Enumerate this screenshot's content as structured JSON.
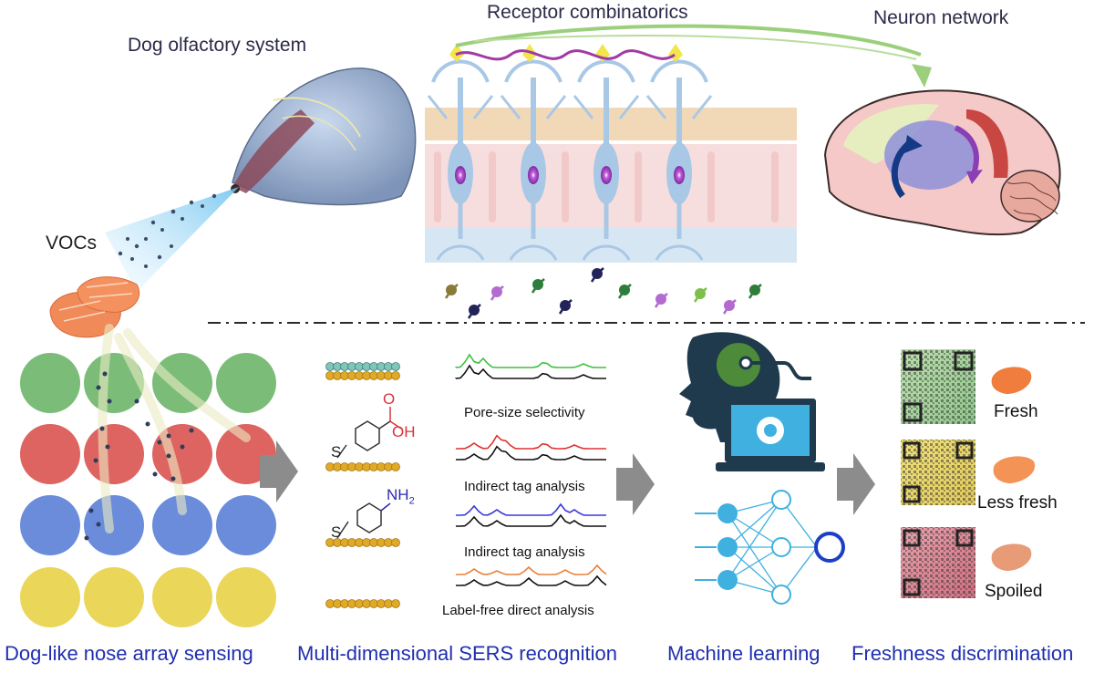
{
  "top": {
    "dog_olfactory_system": "Dog olfactory system",
    "receptor_combinatorics": "Receptor combinatorics",
    "neuron_network": "Neuron network",
    "vocs": "VOCs"
  },
  "sers": {
    "spectra_labels": [
      "Pore-size selectivity",
      "Indirect tag analysis",
      "Indirect tag analysis",
      "Label-free direct analysis"
    ],
    "chem": {
      "s1": "S",
      "o": "O",
      "oh": "OH",
      "s2": "S",
      "nh2": "NH",
      "nh2_sub": "2"
    }
  },
  "freshness": {
    "levels": [
      "Fresh",
      "Less fresh",
      "Spoiled"
    ]
  },
  "captions": {
    "array_sensing": "Dog-like nose array sensing",
    "sers_recognition": "Multi-dimensional SERS recognition",
    "machine_learning": "Machine learning",
    "freshness_discrimination": "Freshness discrimination"
  },
  "colors": {
    "caption_blue": "#1f2fb0",
    "array_green": "#6db56a",
    "array_red": "#d9534f",
    "array_blue": "#5b7fd6",
    "array_yellow": "#e8d246",
    "neuron_blue": "#a9c8e6",
    "arrow_gray": "#8c8c8c",
    "ml_dark": "#1f3a4d",
    "ml_cyan": "#3fb0e0",
    "ml_ring": "#1d3fc7"
  }
}
